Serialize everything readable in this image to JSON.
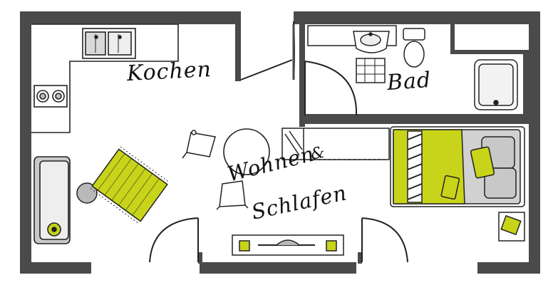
{
  "rooms": {
    "kitchen": "Kochen",
    "bath": "Bad",
    "living_line1": "Wohnen",
    "living_amp": "&",
    "living_line2": "Schlafen"
  },
  "colors": {
    "wall": "#4a4a4a",
    "accent": "#c8d419",
    "furniture_stroke": "#222222",
    "furniture_gray": "#b9b9b9",
    "floor": "#ffffff"
  }
}
